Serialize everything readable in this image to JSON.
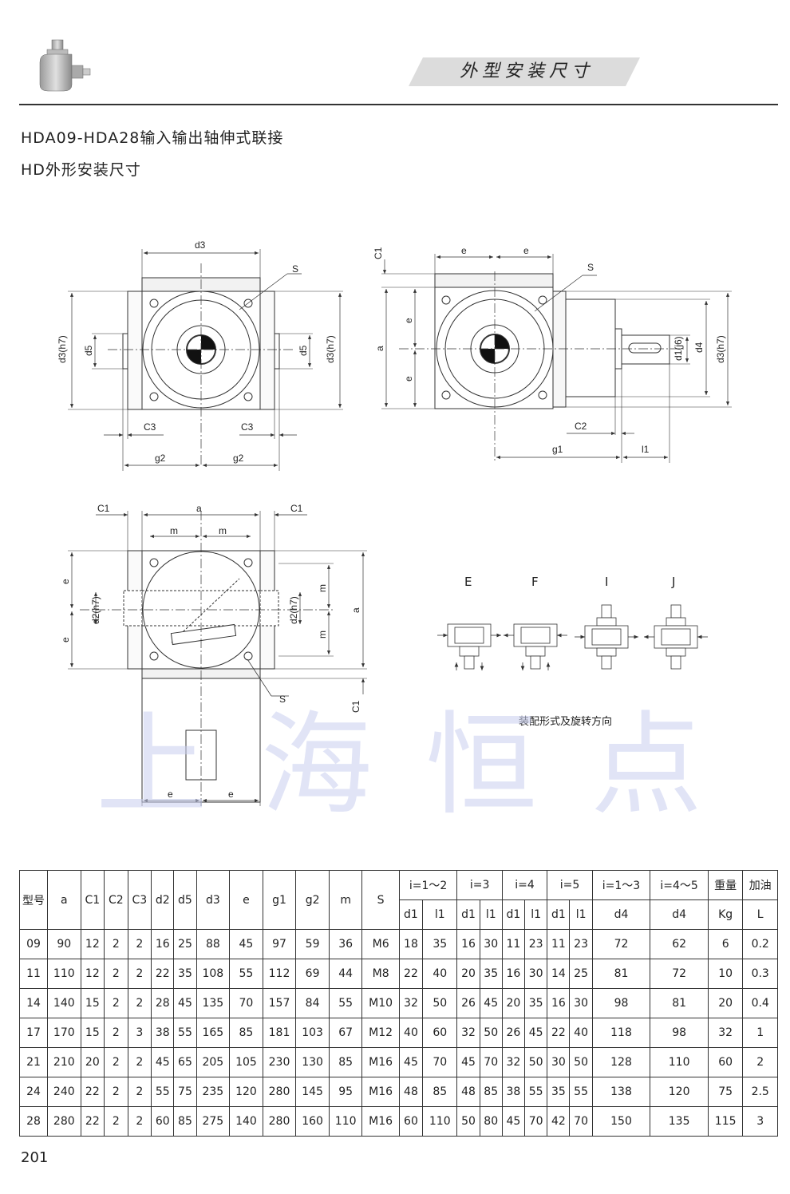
{
  "header": {
    "title": "外型安装尺寸"
  },
  "subtitle": {
    "line1": "HDA09-HDA28输入输出轴伸式联接",
    "line2": "HD外形安装尺寸"
  },
  "drawing_labels": {
    "d3": "d3",
    "d3h7": "d3(h7)",
    "d5": "d5",
    "d4": "d4",
    "d1j6": "d1(j6)",
    "d2h7": "d2(h7)",
    "S": "S",
    "C1": "C1",
    "C2": "C2",
    "C3": "C3",
    "g1": "g1",
    "g2": "g2",
    "l1": "l1",
    "e": "e",
    "a": "a",
    "m": "m"
  },
  "assembly": {
    "labels": [
      "E",
      "F",
      "I",
      "J"
    ],
    "caption": "装配形式及旋转方向"
  },
  "watermark": [
    "上",
    "海",
    "恒",
    "点"
  ],
  "table": {
    "header_top": [
      "型号",
      "a",
      "C1",
      "C2",
      "C3",
      "d2",
      "d5",
      "d3",
      "e",
      "g1",
      "g2",
      "m",
      "S"
    ],
    "group_headers": [
      "i=1～2",
      "i=3",
      "i=4",
      "i=5",
      "i=1～3",
      "i=4～5",
      "重量",
      "加油"
    ],
    "sub_headers": [
      "d1",
      "l1",
      "d1",
      "l1",
      "d1",
      "l1",
      "d1",
      "l1",
      "d4",
      "d4",
      "Kg",
      "L"
    ],
    "rows": [
      [
        "09",
        "90",
        "12",
        "2",
        "2",
        "16",
        "25",
        "88",
        "45",
        "97",
        "59",
        "36",
        "M6",
        "18",
        "35",
        "16",
        "30",
        "11",
        "23",
        "11",
        "23",
        "72",
        "62",
        "6",
        "0.2"
      ],
      [
        "11",
        "110",
        "12",
        "2",
        "2",
        "22",
        "35",
        "108",
        "55",
        "112",
        "69",
        "44",
        "M8",
        "22",
        "40",
        "20",
        "35",
        "16",
        "30",
        "14",
        "25",
        "81",
        "72",
        "10",
        "0.3"
      ],
      [
        "14",
        "140",
        "15",
        "2",
        "2",
        "28",
        "45",
        "135",
        "70",
        "157",
        "84",
        "55",
        "M10",
        "32",
        "50",
        "26",
        "45",
        "20",
        "35",
        "16",
        "30",
        "98",
        "81",
        "20",
        "0.4"
      ],
      [
        "17",
        "170",
        "15",
        "2",
        "3",
        "38",
        "55",
        "165",
        "85",
        "181",
        "103",
        "67",
        "M12",
        "40",
        "60",
        "32",
        "50",
        "26",
        "45",
        "22",
        "40",
        "118",
        "98",
        "32",
        "1"
      ],
      [
        "21",
        "210",
        "20",
        "2",
        "2",
        "45",
        "65",
        "205",
        "105",
        "230",
        "130",
        "85",
        "M16",
        "45",
        "70",
        "45",
        "70",
        "32",
        "50",
        "30",
        "50",
        "128",
        "110",
        "60",
        "2"
      ],
      [
        "24",
        "240",
        "22",
        "2",
        "2",
        "55",
        "75",
        "235",
        "120",
        "280",
        "145",
        "95",
        "M16",
        "48",
        "85",
        "48",
        "85",
        "38",
        "55",
        "35",
        "55",
        "138",
        "120",
        "75",
        "2.5"
      ],
      [
        "28",
        "280",
        "22",
        "2",
        "2",
        "60",
        "85",
        "275",
        "140",
        "280",
        "160",
        "110",
        "M16",
        "60",
        "110",
        "50",
        "80",
        "45",
        "70",
        "42",
        "70",
        "150",
        "135",
        "115",
        "3"
      ]
    ]
  },
  "page_number": "201"
}
